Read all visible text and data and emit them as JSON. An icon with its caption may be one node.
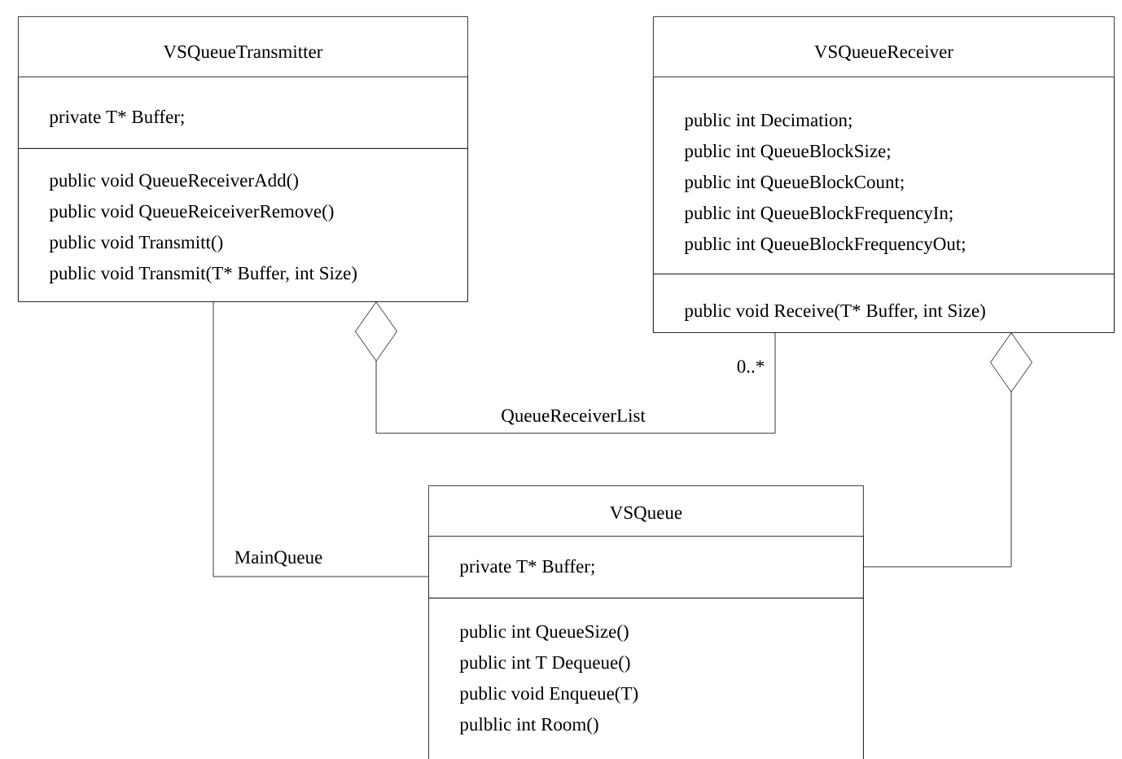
{
  "diagram": {
    "nodes": [
      {
        "text": [
          "VSQueueTransmitter"
        ]
      },
      {
        "text": [
          "private T* Buffer;"
        ],
        "in": 0
      },
      {
        "text": [
          "public void QueueReceiverAdd()",
          "public void QueueReiceiverRemove()",
          "public void Transmitt()",
          "public void Transmit(T* Buffer, int Size)"
        ],
        "in": 0
      },
      {
        "text": [
          "VSQueueReceiver"
        ]
      },
      {
        "text": [
          "public int Decimation;",
          "public int QueueBlockSize;",
          "public int QueueBlockCount;",
          "public int QueueBlockFrequencyIn;",
          "public int QueueBlockFrequencyOut;"
        ],
        "in": 3
      },
      {
        "text": [
          "public void Receive(T* Buffer, int Size)"
        ],
        "in": 3
      },
      {
        "text": [
          "VSQueue"
        ]
      },
      {
        "text": [
          "private T* Buffer;"
        ],
        "in": 6
      },
      {
        "text": [
          "public int QueueSize()",
          "public int T Dequeue()",
          "public void Enqueue(T)",
          "pulblic int Room()"
        ],
        "in": 6
      }
    ],
    "edges": [
      {
        "from": 0,
        "to": 3,
        "arrow": "other",
        "label": "QueueReceiverList"
      },
      {
        "from": 0,
        "to": 6,
        "arrow": "none",
        "label": "MainQueue"
      },
      {
        "from": 3,
        "to": 6,
        "arrow": "other"
      }
    ],
    "labels": [
      "0..*"
    ]
  }
}
